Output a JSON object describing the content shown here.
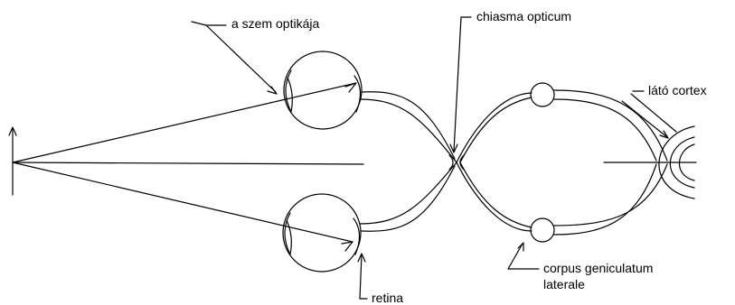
{
  "labels": {
    "optics": "a szem optikája",
    "chiasma": "chiasma opticum",
    "cortex": "látó cortex",
    "cgl_line1": "corpus geniculatum",
    "cgl_line2": "laterale",
    "retina": "retina"
  },
  "colors": {
    "stroke": "#000000",
    "background": "#ffffff",
    "text": "#000000"
  }
}
